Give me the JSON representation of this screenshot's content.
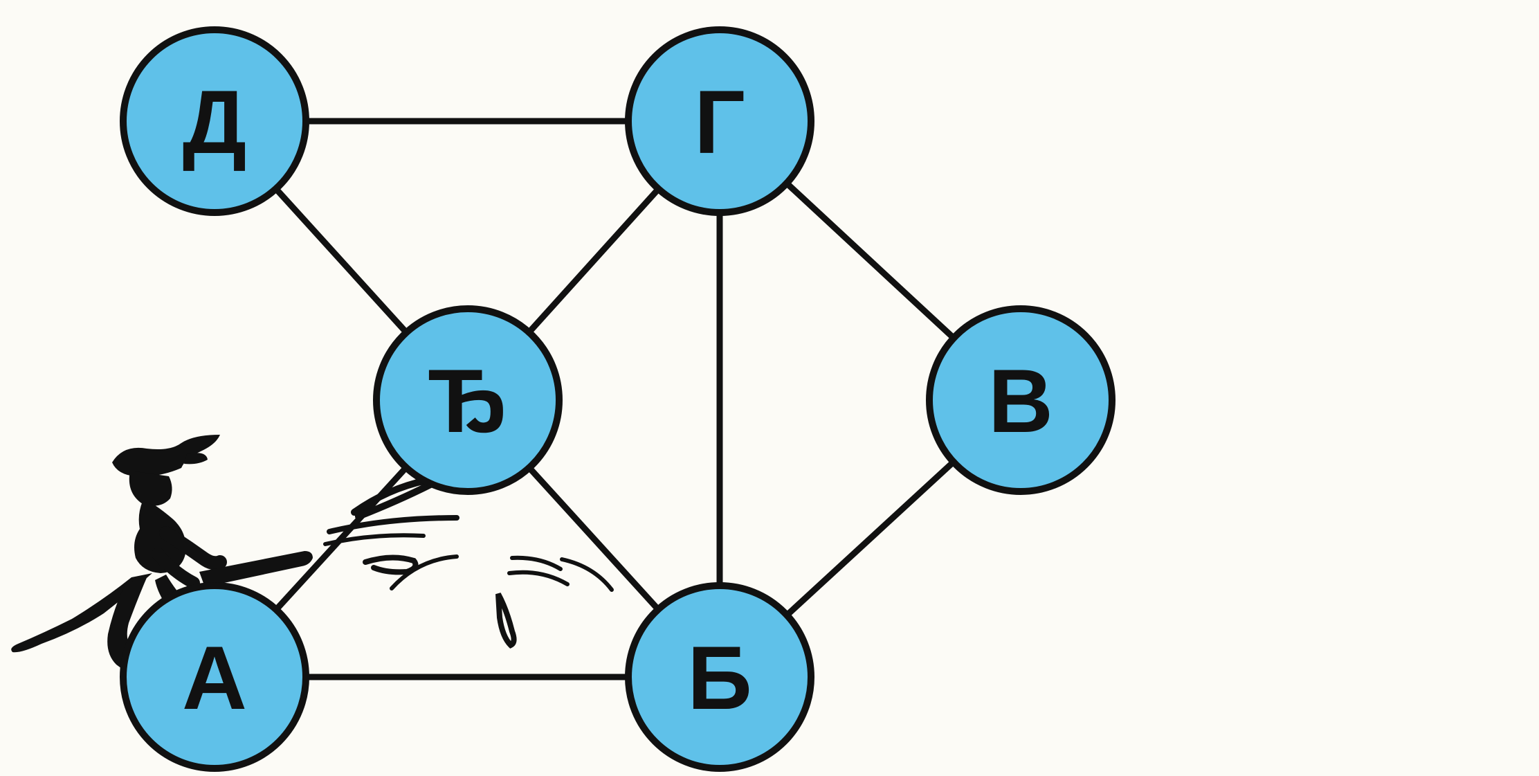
{
  "colors": {
    "background": "#fcfbf6",
    "node_fill": "#5fc1e9",
    "node_stroke": "#111111",
    "edge": "#111111",
    "label": "#111111",
    "figure": "#111111"
  },
  "graph": {
    "nodes": [
      {
        "id": "D",
        "label": "Д"
      },
      {
        "id": "G",
        "label": "Г"
      },
      {
        "id": "Dj",
        "label": "Ђ"
      },
      {
        "id": "V",
        "label": "В"
      },
      {
        "id": "A",
        "label": "А"
      },
      {
        "id": "B",
        "label": "Б"
      }
    ],
    "edges": [
      {
        "from": "D",
        "to": "G"
      },
      {
        "from": "D",
        "to": "Dj"
      },
      {
        "from": "Dj",
        "to": "G"
      },
      {
        "from": "G",
        "to": "B"
      },
      {
        "from": "G",
        "to": "V"
      },
      {
        "from": "Dj",
        "to": "A"
      },
      {
        "from": "Dj",
        "to": "B"
      },
      {
        "from": "A",
        "to": "B"
      },
      {
        "from": "B",
        "to": "V"
      }
    ]
  },
  "illustration": {
    "icon": "runner-with-hose-icon"
  }
}
